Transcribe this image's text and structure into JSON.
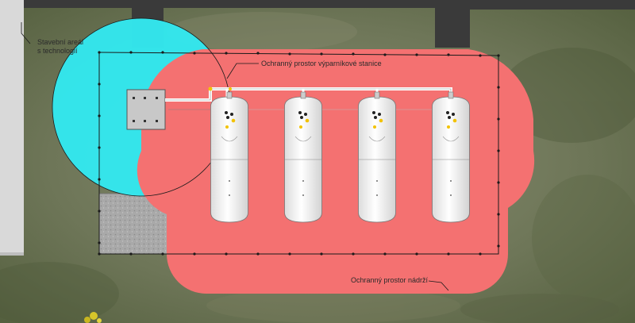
{
  "labels": {
    "building_line1": "Stavební areál",
    "building_line2": "s technologií",
    "vaporizer_zone": "Ochranný prostor výparníkové stanice",
    "tank_zone": "Ochranný prostor nádrží"
  },
  "tanks": [
    {
      "id": "tank-1"
    },
    {
      "id": "tank-2"
    },
    {
      "id": "tank-3"
    },
    {
      "id": "tank-4"
    }
  ],
  "colors": {
    "tank_zone": "#f47171",
    "vaporizer_zone": "#33e7ee",
    "tank_body": "#f4f4f4",
    "aerial_background": "#6f7a5c",
    "building": "#d9d9d9",
    "road": "#3a3a3a"
  }
}
